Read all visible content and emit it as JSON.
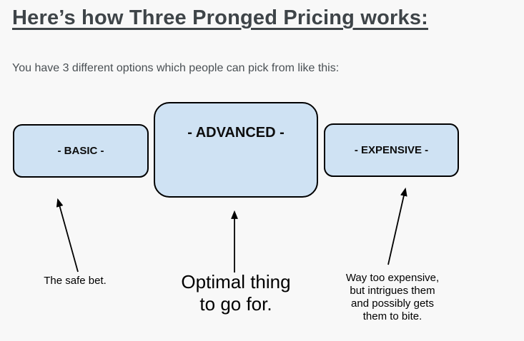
{
  "page": {
    "title": "Here’s how Three Pronged Pricing works:",
    "subtitle": "You have 3 different options which people can pick from like this:"
  },
  "colors": {
    "background": "#f8f8f8",
    "title_text": "#3e4448",
    "subtitle_text": "#4a5054",
    "box_fill": "#cfe2f3",
    "box_border": "#000000",
    "arrow": "#000000",
    "note_text": "#000000"
  },
  "options": [
    {
      "id": "basic",
      "label": "- BASIC -",
      "note": "The safe bet."
    },
    {
      "id": "advanced",
      "label": "- ADVANCED -",
      "note": "Optimal thing\nto go for."
    },
    {
      "id": "expensive",
      "label": "- EXPENSIVE -",
      "note": "Way too expensive,\nbut intrigues them\nand possibly gets\nthem to bite."
    }
  ]
}
